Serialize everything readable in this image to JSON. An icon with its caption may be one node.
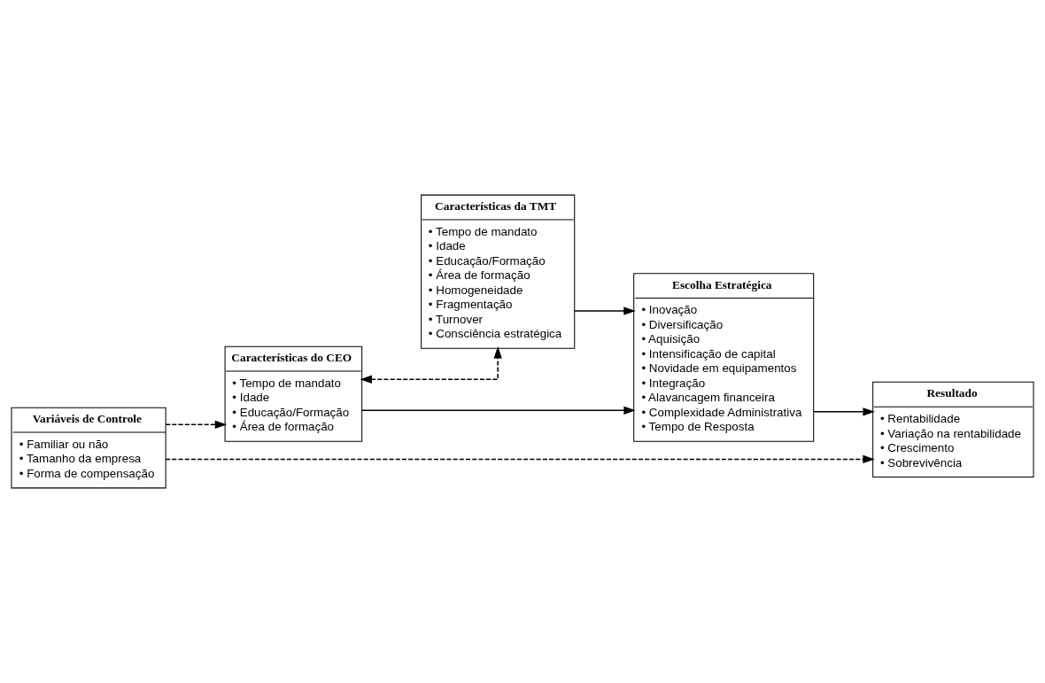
{
  "diagram": {
    "nodes": [
      {
        "text": [
          "Variáveis de Controle",
          "• Familiar ou não",
          "• Tamanho da empresa",
          "• Forma de compensação"
        ]
      },
      {
        "text": [
          "Características do CEO",
          "• Tempo de mandato",
          "• Idade",
          "• Educação/Formação",
          "• Área de formação"
        ]
      },
      {
        "text": [
          "Características da TMT",
          "• Tempo de mandato",
          "• Idade",
          "• Educação/Formação",
          "• Área de formação",
          "• Homogeneidade",
          "• Fragmentação",
          "• Turnover",
          "• Consciência estratégica"
        ]
      },
      {
        "text": [
          "Escolha Estratégica",
          "• Inovação",
          "• Diversificação",
          "• Aquisição",
          "• Intensificação de capital",
          "• Novidade em equipamentos",
          "• Integração",
          "• Alavancagem financeira",
          "• Complexidade Administrativa",
          "• Tempo de Resposta"
        ]
      },
      {
        "text": [
          "Resultado",
          "• Rentabilidade",
          "• Variação na rentabilidade",
          "• Crescimento",
          "• Sobrevivência"
        ]
      }
    ],
    "edges": [
      {
        "from": 0,
        "to": 1,
        "arrow": "to",
        "style": "dashed"
      },
      {
        "from": 0,
        "to": 4,
        "arrow": "to",
        "style": "dashed"
      },
      {
        "from": 1,
        "to": 2,
        "arrow": "both",
        "style": "dashed"
      },
      {
        "from": 1,
        "to": 3,
        "arrow": "to"
      },
      {
        "from": 2,
        "to": 3,
        "arrow": "to"
      },
      {
        "from": 3,
        "to": 4,
        "arrow": "to"
      }
    ]
  }
}
